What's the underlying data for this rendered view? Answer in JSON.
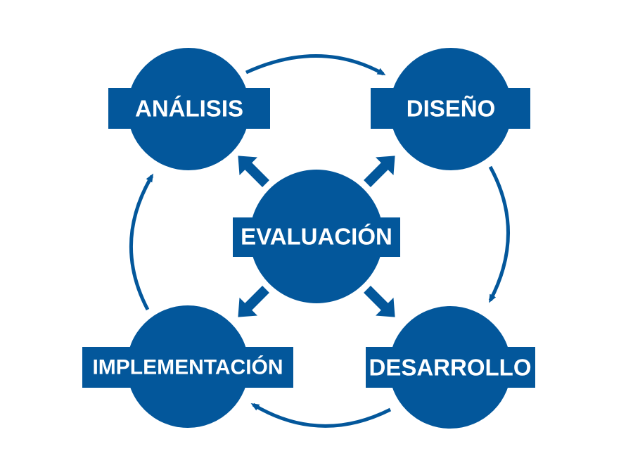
{
  "colors": {
    "primary": "#03579b",
    "background": "#ffffff",
    "text": "#ffffff"
  },
  "nodes": {
    "analisis": "ANÁLISIS",
    "diseno": "DISEÑO",
    "desarrollo": "DESARROLLO",
    "implementacion": "IMPLEMENTACIÓN",
    "evaluacion": "EVALUACIÓN"
  }
}
